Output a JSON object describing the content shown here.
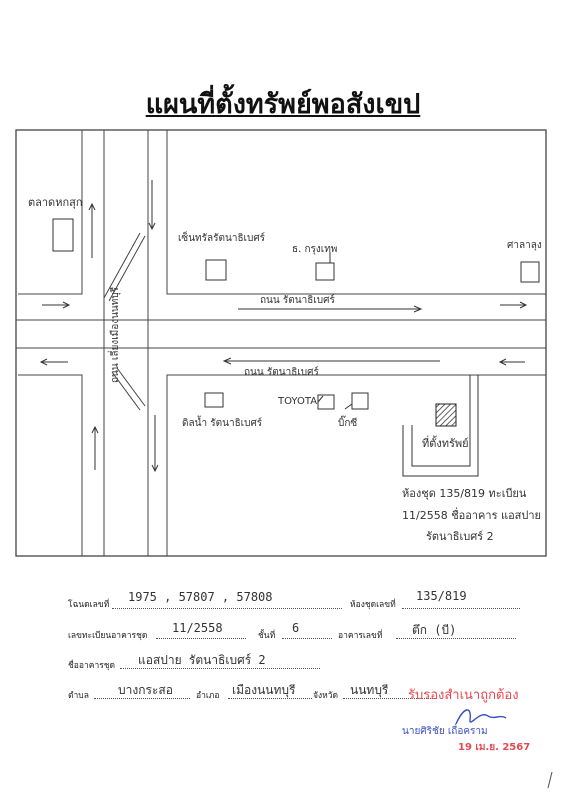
{
  "title": "แผนที่ตั้งทรัพย์พอสังเขป",
  "map": {
    "landmarks": {
      "market": "ตลาดหกสุก",
      "gas_station": "เซ็นทรัลรัตนาธิเบศร์",
      "bank": "ธ. กรุงเทพ",
      "shrine": "ศาลาลุง",
      "toyota": "TOYOTA",
      "food_stall": "ดิลน้ำ รัตนาธิเบศร์",
      "big_c": "บิ๊กซี",
      "property": "ที่ตั้งทรัพย์"
    },
    "roads": {
      "road_upper": "ถนน รัตนาธิเบศร์",
      "road_lower": "ถนน รัตนาธิเบศร์",
      "road_vertical": "ถนน เลี่ยงเมืองนนทบุรี"
    },
    "property_note": [
      "ห้องชุด 135/819 ทะเบียน",
      "11/2558 ชื่ออาคาร แอสปาย",
      "รัตนาธิเบศร์ 2"
    ]
  },
  "form": {
    "deed_label": "โฉนดเลขที่",
    "deed_value": "1975 , 57807 , 57808",
    "unit_label": "ห้องชุดเลขที่",
    "unit_value": "135/819",
    "reg_label": "เลขทะเบียนอาคารชุด",
    "reg_value": "11/2558",
    "floor_label": "ชั้นที่",
    "floor_value": "6",
    "building_label": "อาคารเลขที่",
    "building_value": "ตึก (บี)",
    "name_label": "ชื่ออาคารชุด",
    "name_value": "แอสปาย รัตนาธิเบศร์ 2",
    "subdistrict_label": "ตำบล",
    "subdistrict_value": "บางกระสอ",
    "district_label": "อำเภอ",
    "district_value": "เมืองนนทบุรี",
    "province_label": "จังหวัด",
    "province_value": "นนทบุรี"
  },
  "stamp": {
    "certify": "รับรองสำเนาถูกต้อง",
    "name": "นายศิริชัย เถื่อคราม",
    "date": "19 เม.ย. 2567"
  },
  "colors": {
    "stamp_red": "#e8484f",
    "stamp_blue": "#3a4fbf",
    "ink": "#333333"
  }
}
